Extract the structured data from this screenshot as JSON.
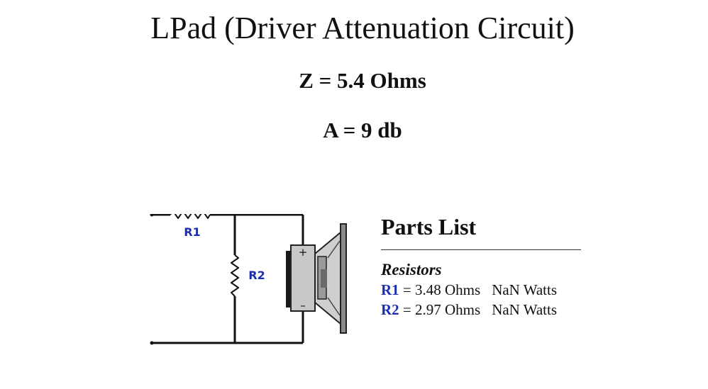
{
  "title": "LPad (Driver Attenuation Circuit)",
  "impedance": "Z = 5.4 Ohms",
  "attenuation": "A = 9 db",
  "diagram": {
    "r1_label": "R1",
    "r2_label": "R2",
    "plus_sign": "+",
    "minus_sign": "–",
    "label_color": "#1a2fb0",
    "icons": [
      "resistor-r1-icon",
      "resistor-r2-icon",
      "speaker-driver-icon"
    ]
  },
  "parts_list": {
    "heading": "Parts List",
    "section": "Resistors",
    "resistors": [
      {
        "id": "R1",
        "value": " = 3.48 Ohms",
        "watts": "NaN Watts"
      },
      {
        "id": "R2",
        "value": " = 2.97 Ohms",
        "watts": "NaN Watts"
      }
    ]
  }
}
